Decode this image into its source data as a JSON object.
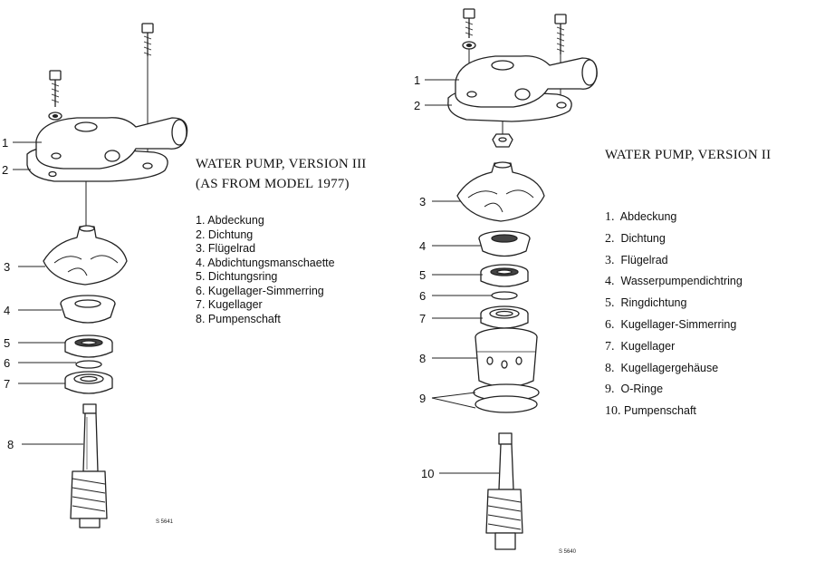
{
  "left": {
    "title_line1": "WATER PUMP, VERSION III",
    "title_line2": "(AS FROM MODEL 1977)",
    "callouts": [
      "1",
      "2",
      "3",
      "4",
      "5",
      "6",
      "7",
      "8"
    ],
    "parts": [
      {
        "num": "1.",
        "label": "Abdeckung"
      },
      {
        "num": "2.",
        "label": "Dichtung"
      },
      {
        "num": "3.",
        "label": "Flügelrad"
      },
      {
        "num": "4.",
        "label": "Abdichtungsmanschaette"
      },
      {
        "num": "5.",
        "label": "Dichtungsring"
      },
      {
        "num": "6.",
        "label": "Kugellager-Simmerring"
      },
      {
        "num": "7.",
        "label": "Kugellager"
      },
      {
        "num": "8.",
        "label": "Pumpenschaft"
      }
    ],
    "ref": "S 5641"
  },
  "right": {
    "title": "WATER PUMP, VERSION II",
    "callouts": [
      "1",
      "2",
      "3",
      "4",
      "5",
      "6",
      "7",
      "8",
      "9",
      "10"
    ],
    "parts": [
      {
        "num": "1.",
        "label": "Abdeckung"
      },
      {
        "num": "2.",
        "label": "Dichtung"
      },
      {
        "num": "3.",
        "label": "Flügelrad"
      },
      {
        "num": "4.",
        "label": "Wasserpumpendichtring"
      },
      {
        "num": "5.",
        "label": "Ringdichtung"
      },
      {
        "num": "6.",
        "label": "Kugellager-Simmerring"
      },
      {
        "num": "7.",
        "label": "Kugellager"
      },
      {
        "num": "8.",
        "label": "Kugellagergehäuse"
      },
      {
        "num": "9.",
        "label": "O-Ringe"
      },
      {
        "num": "10.",
        "label": "Pumpenschaft"
      }
    ],
    "ref": "S 5640"
  }
}
